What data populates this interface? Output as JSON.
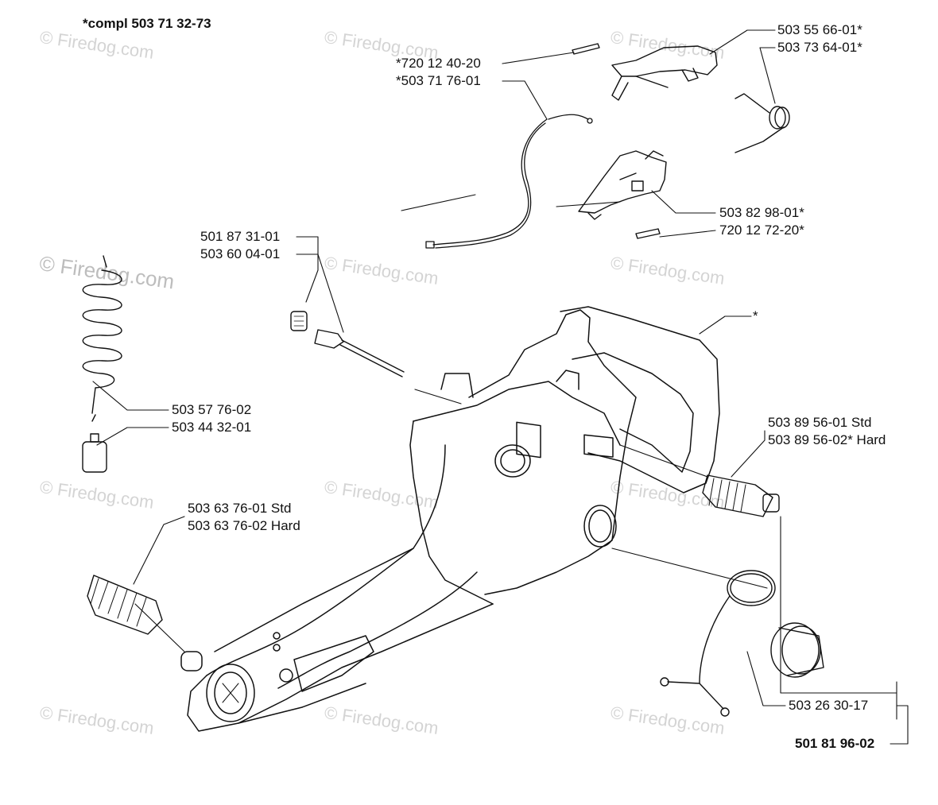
{
  "title": "*compl 503 71 32-73",
  "watermark": "© Firedog.com",
  "labels": {
    "l1": "*720 12 40-20",
    "l2": "*503 71 76-01",
    "l3": "503 55 66-01*",
    "l4": "503 73 64-01*",
    "l5": "501 87 31-01",
    "l6": "503 60 04-01",
    "l7": "503 82 98-01*",
    "l8": "720 12 72-20*",
    "l9": "*",
    "l10": "503 57 76-02",
    "l11": "503 44 32-01",
    "l12": "503 89 56-01 Std",
    "l13": "503 89 56-02* Hard",
    "l14": "503 63 76-01 Std",
    "l15": "503 63 76-02 Hard",
    "l16": "503 26 30-17",
    "l17": "501 81 96-02"
  }
}
